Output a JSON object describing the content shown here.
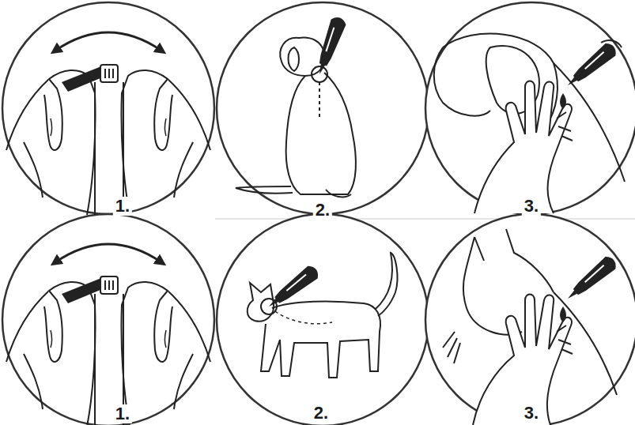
{
  "diagram": {
    "labels": [
      "1.",
      "2.",
      "3.",
      "1.",
      "2.",
      "3."
    ]
  }
}
